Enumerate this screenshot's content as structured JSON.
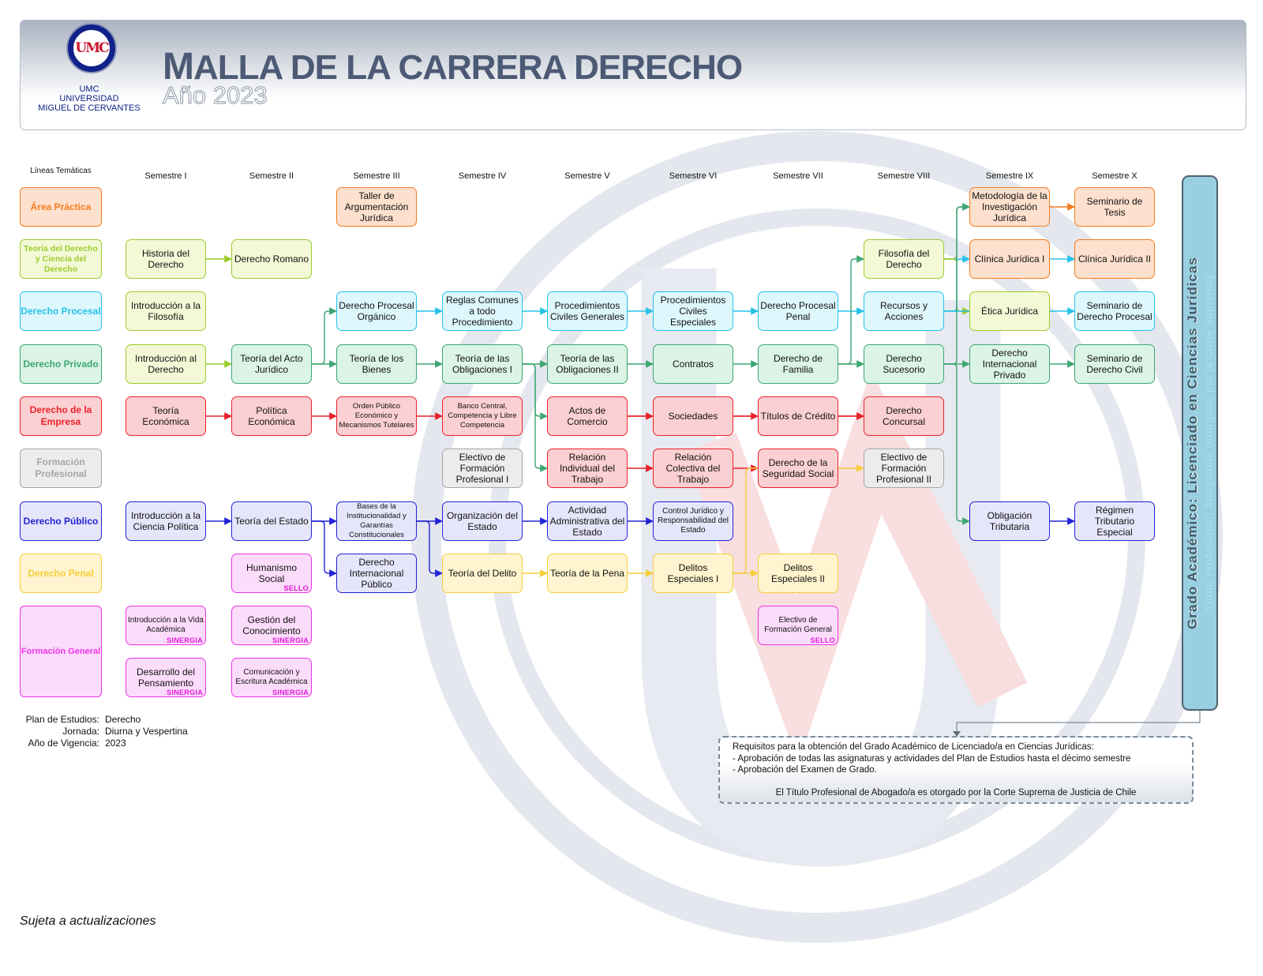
{
  "header": {
    "logo_letters": "UMC",
    "logo_line1": "UMC",
    "logo_line2": "UNIVERSIDAD",
    "logo_line3": "MIGUEL DE CERVANTES",
    "title": "Malla de la Carrera Derecho",
    "subtitle": "Año 2023"
  },
  "columns": {
    "lineas": "Líneas Temáticas",
    "semesters": [
      "Semestre I",
      "Semestre II",
      "Semestre III",
      "Semestre IV",
      "Semestre V",
      "Semestre VI",
      "Semestre VII",
      "Semestre VIII",
      "Semestre IX",
      "Semestre X"
    ]
  },
  "categories": [
    {
      "id": "pa",
      "label": "Área Práctica",
      "color": "#f47c20"
    },
    {
      "id": "teo",
      "label": "Teoría del Derecho y Ciencia del Derecho",
      "color": "#9ccb2d"
    },
    {
      "id": "pro",
      "label": "Derecho Procesal",
      "color": "#27c2e8"
    },
    {
      "id": "pri",
      "label": "Derecho Privado",
      "color": "#3ea673"
    },
    {
      "id": "emp",
      "label": "Derecho de la Empresa",
      "color": "#e8222c"
    },
    {
      "id": "fp",
      "label": "Formación Profesional",
      "color": "#a6a6a6"
    },
    {
      "id": "pub",
      "label": "Derecho Público",
      "color": "#2323d6"
    },
    {
      "id": "pen",
      "label": "Derecho Penal",
      "color": "#f6cd3b"
    },
    {
      "id": "fg",
      "label": "Formación General",
      "color": "#ee34ea"
    }
  ],
  "courses": [
    {
      "id": "taller",
      "label": "Taller de Argumentación Jurídica",
      "cat": "pa",
      "sem": 3
    },
    {
      "id": "metod",
      "label": "Metodología de la Investigación Jurídica",
      "cat": "pa",
      "sem": 9
    },
    {
      "id": "tesis",
      "label": "Seminario de Tesis",
      "cat": "pa",
      "sem": 10
    },
    {
      "id": "clin1",
      "label": "Clínica Jurídica I",
      "cat": "pa",
      "sem": 9
    },
    {
      "id": "clin2",
      "label": "Clínica Jurídica II",
      "cat": "pa",
      "sem": 10
    },
    {
      "id": "hist",
      "label": "Historia del Derecho",
      "cat": "teo",
      "sem": 1
    },
    {
      "id": "roma",
      "label": "Derecho Romano",
      "cat": "teo",
      "sem": 2
    },
    {
      "id": "filo",
      "label": "Filosofía del Derecho",
      "cat": "teo",
      "sem": 8
    },
    {
      "id": "intfil",
      "label": "Introducción a la Filosofía",
      "cat": "teo",
      "sem": 1
    },
    {
      "id": "etica",
      "label": "Ética Jurídica",
      "cat": "teo",
      "sem": 9
    },
    {
      "id": "intder",
      "label": "Introducción al Derecho",
      "cat": "teo",
      "sem": 1
    },
    {
      "id": "dpo",
      "label": "Derecho Procesal Orgánico",
      "cat": "pro",
      "sem": 3
    },
    {
      "id": "reglas",
      "label": "Reglas Comunes a todo Procedimiento",
      "cat": "pro",
      "sem": 4
    },
    {
      "id": "pcg",
      "label": "Procedimientos Civiles Generales",
      "cat": "pro",
      "sem": 5
    },
    {
      "id": "pce",
      "label": "Procedimientos Civiles Especiales",
      "cat": "pro",
      "sem": 6
    },
    {
      "id": "dpp",
      "label": "Derecho Procesal Penal",
      "cat": "pro",
      "sem": 7
    },
    {
      "id": "recursos",
      "label": "Recursos y Acciones",
      "cat": "pro",
      "sem": 8
    },
    {
      "id": "semproc",
      "label": "Seminario de Derecho Procesal",
      "cat": "pro",
      "sem": 10
    },
    {
      "id": "acto",
      "label": "Teoría del Acto Jurídico",
      "cat": "pri",
      "sem": 2
    },
    {
      "id": "bienes",
      "label": "Teoría de los Bienes",
      "cat": "pri",
      "sem": 3
    },
    {
      "id": "oblig1",
      "label": "Teoría de las Obligaciones I",
      "cat": "pri",
      "sem": 4
    },
    {
      "id": "oblig2",
      "label": "Teoría de las Obligaciones II",
      "cat": "pri",
      "sem": 5
    },
    {
      "id": "contratos",
      "label": "Contratos",
      "cat": "pri",
      "sem": 6
    },
    {
      "id": "familia",
      "label": "Derecho de Familia",
      "cat": "pri",
      "sem": 7
    },
    {
      "id": "sucesorio",
      "label": "Derecho Sucesorio",
      "cat": "pri",
      "sem": 8
    },
    {
      "id": "dip",
      "label": "Derecho Internacional Privado",
      "cat": "pri",
      "sem": 9
    },
    {
      "id": "semcivil",
      "label": "Seminario de Derecho Civil",
      "cat": "pri",
      "sem": 10
    },
    {
      "id": "teoeco",
      "label": "Teoría Económica",
      "cat": "emp",
      "sem": 1
    },
    {
      "id": "poleco",
      "label": "Política Económica",
      "cat": "emp",
      "sem": 2
    },
    {
      "id": "orden",
      "label": "Orden Público Económico y Mecanismos Tutelares",
      "cat": "emp",
      "sem": 3
    },
    {
      "id": "banco",
      "label": "Banco Central, Competencia y Libre Competencia",
      "cat": "emp",
      "sem": 4
    },
    {
      "id": "actos",
      "label": "Actos de Comercio",
      "cat": "emp",
      "sem": 5
    },
    {
      "id": "soc",
      "label": "Sociedades",
      "cat": "emp",
      "sem": 6
    },
    {
      "id": "titulos",
      "label": "Títulos de Crédito",
      "cat": "emp",
      "sem": 7
    },
    {
      "id": "concursal",
      "label": "Derecho Concursal",
      "cat": "emp",
      "sem": 8
    },
    {
      "id": "rit",
      "label": "Relación Individual del Trabajo",
      "cat": "emp",
      "sem": 5
    },
    {
      "id": "rct",
      "label": "Relación Colectiva del Trabajo",
      "cat": "emp",
      "sem": 6
    },
    {
      "id": "segsoc",
      "label": "Derecho de la Seguridad Social",
      "cat": "emp",
      "sem": 7
    },
    {
      "id": "efp1",
      "label": "Electivo de Formación Profesional I",
      "cat": "fp",
      "sem": 4
    },
    {
      "id": "efp2",
      "label": "Electivo de Formación Profesional II",
      "cat": "fp",
      "sem": 8
    },
    {
      "id": "intcp",
      "label": "Introducción a la Ciencia Política",
      "cat": "pub",
      "sem": 1
    },
    {
      "id": "estado",
      "label": "Teoría del Estado",
      "cat": "pub",
      "sem": 2
    },
    {
      "id": "bases",
      "label": "Bases de la Institucionalidad y Garantías Constitucionales",
      "cat": "pub",
      "sem": 3
    },
    {
      "id": "orgest",
      "label": "Organización del Estado",
      "cat": "pub",
      "sem": 4
    },
    {
      "id": "actadm",
      "label": "Actividad Administrativa del Estado",
      "cat": "pub",
      "sem": 5
    },
    {
      "id": "control",
      "label": "Control Jurídico y Responsabilidad del Estado",
      "cat": "pub",
      "sem": 6
    },
    {
      "id": "obtrib",
      "label": "Obligación Tributaria",
      "cat": "pub",
      "sem": 9
    },
    {
      "id": "regtrib",
      "label": "Régimen Tributario Especial",
      "cat": "pub",
      "sem": 10
    },
    {
      "id": "dipub",
      "label": "Derecho Internacional Público",
      "cat": "pub",
      "sem": 3
    },
    {
      "id": "humsoc",
      "label": "Humanismo Social",
      "cat": "fg",
      "sem": 2,
      "tag": "SELLO"
    },
    {
      "id": "delito",
      "label": "Teoría del Delito",
      "cat": "pen",
      "sem": 4
    },
    {
      "id": "pena",
      "label": "Teoría de la Pena",
      "cat": "pen",
      "sem": 5
    },
    {
      "id": "de1",
      "label": "Delitos Especiales I",
      "cat": "pen",
      "sem": 6
    },
    {
      "id": "de2",
      "label": "Delitos Especiales II",
      "cat": "pen",
      "sem": 7
    },
    {
      "id": "intva",
      "label": "Introducción a la Vida Académica",
      "cat": "fg",
      "sem": 1,
      "tag": "SINERGIA"
    },
    {
      "id": "gestcon",
      "label": "Gestión del Conocimiento",
      "cat": "fg",
      "sem": 2,
      "tag": "SINERGIA"
    },
    {
      "id": "efg",
      "label": "Electivo de Formación General",
      "cat": "fg",
      "sem": 7,
      "tag": "SELLO"
    },
    {
      "id": "despens",
      "label": "Desarrollo del Pensamiento",
      "cat": "fg",
      "sem": 1,
      "tag": "SINERGIA"
    },
    {
      "id": "comesc",
      "label": "Comunicación y Escritura Académica",
      "cat": "fg",
      "sem": 2,
      "tag": "SINERGIA"
    }
  ],
  "grado": {
    "main": "Grado Académico: Licenciado en Ciencias Jurídicas",
    "sub": "Título Profesional: Abogado/a (otorgado por la Corte Suprema)"
  },
  "plan": {
    "plan_label": "Plan de Estudios:",
    "plan_value": "Derecho",
    "jornada_label": "Jornada:",
    "jornada_value": "Diurna y Vespertina",
    "vigencia_label": "Año de Vigencia:",
    "vigencia_value": "2023"
  },
  "requisitos": {
    "title": "Requisitos para la obtención del Grado Académico de Licenciado/a en Ciencias Jurídicas:",
    "item1": "- Aprobación de todas las asignaturas y actividades del Plan de Estudios hasta el décimo semestre",
    "item2": "- Aprobación del Examen de Grado.",
    "note": "El Título Profesional de Abogado/a es otorgado por la Corte Suprema de Justicia de Chile"
  },
  "footer": "Sujeta a actualizaciones"
}
